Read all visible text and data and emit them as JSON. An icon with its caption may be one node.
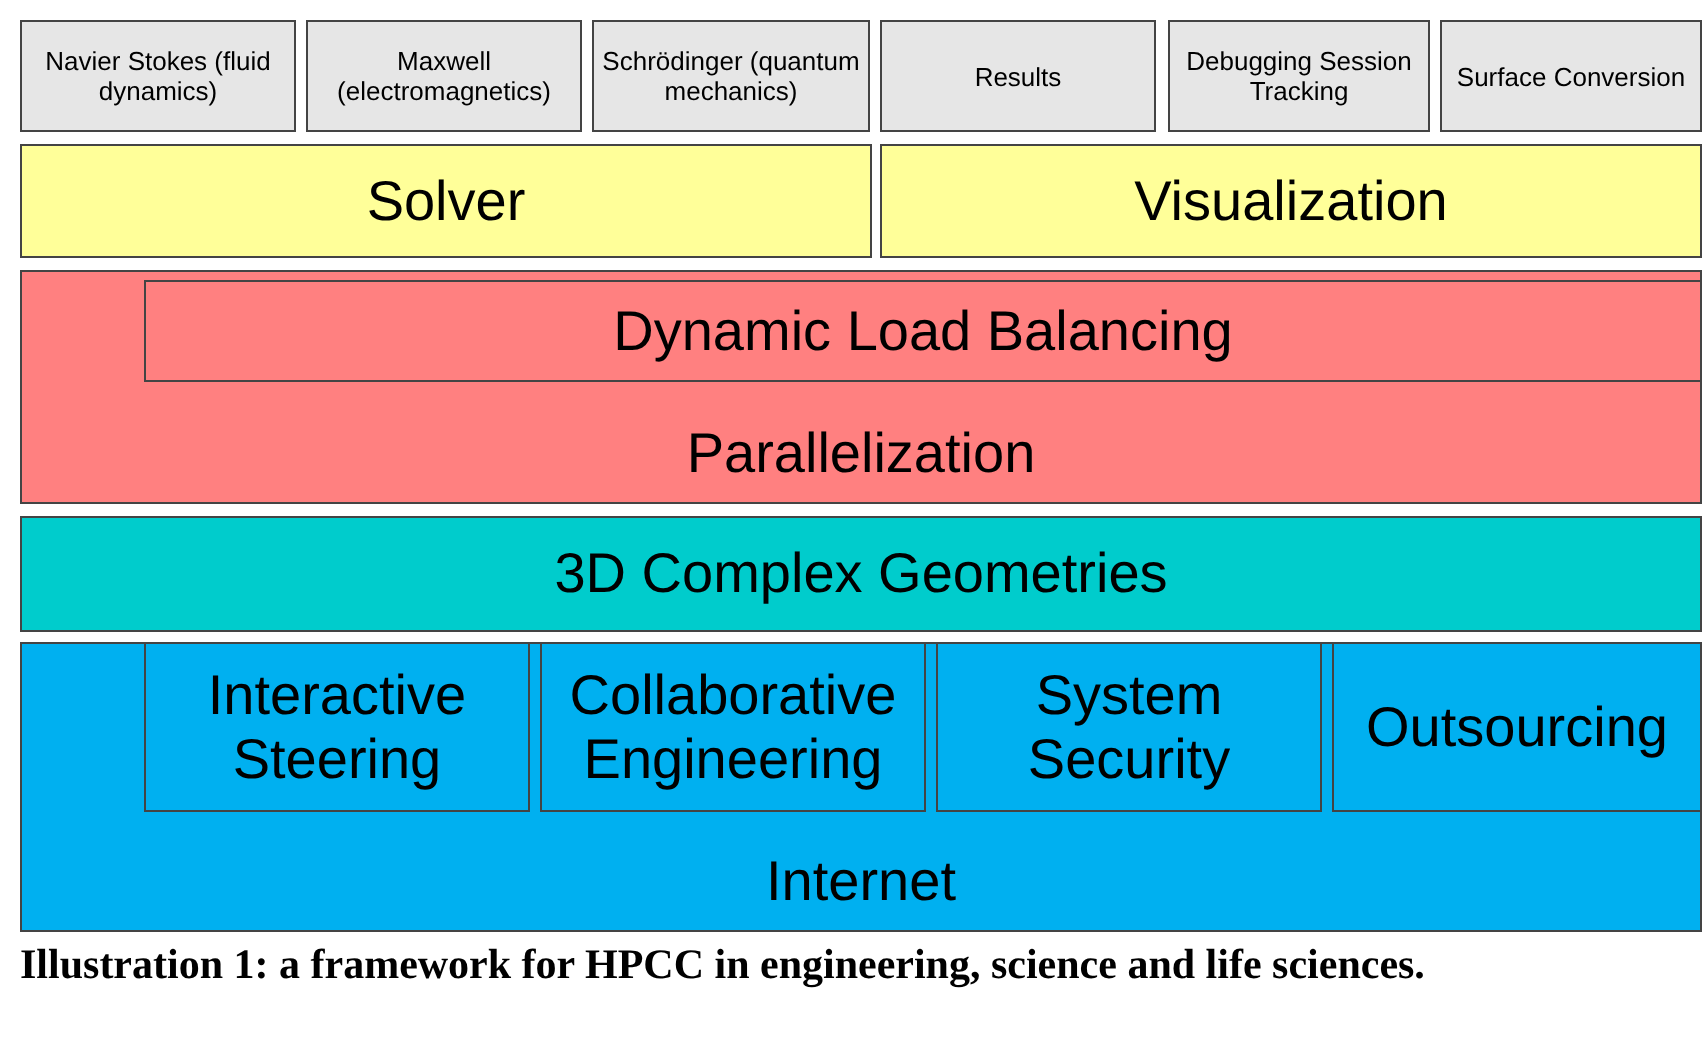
{
  "diagram": {
    "caption": "Illustration 1: a framework for HPCC in engineering, science and life sciences.",
    "nodes": [
      {
        "text": [
          "Navier Stokes (fluid dynamics)"
        ]
      },
      {
        "text": [
          "Maxwell (electromagnetics)"
        ]
      },
      {
        "text": [
          "Schrödinger (quantum mechanics)"
        ]
      },
      {
        "text": [
          "Results"
        ]
      },
      {
        "text": [
          "Debugging Session Tracking"
        ]
      },
      {
        "text": [
          "Surface Conversion"
        ]
      },
      {
        "text": [
          "Solver"
        ]
      },
      {
        "text": [
          "Visualization"
        ]
      },
      {
        "text": [
          "Parallelization"
        ]
      },
      {
        "text": [
          "Dynamic Load Balancing"
        ],
        "in": 8
      },
      {
        "text": [
          "3D Complex Geometries"
        ]
      },
      {
        "text": [
          "Internet"
        ]
      },
      {
        "text": [
          "Interactive Steering"
        ],
        "in": 11
      },
      {
        "text": [
          "Collaborative Engineering"
        ],
        "in": 11
      },
      {
        "text": [
          "System Security"
        ],
        "in": 11
      },
      {
        "text": [
          "Outsourcing"
        ],
        "in": 11
      }
    ]
  }
}
